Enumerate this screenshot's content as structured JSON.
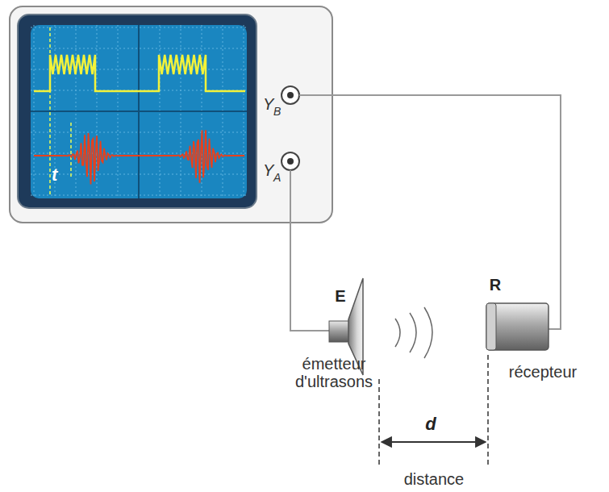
{
  "diagram": {
    "labels": [
      "t",
      "Y",
      "B",
      "Y",
      "A",
      "E",
      "émetteur d'ultrasons",
      "R",
      "récepteur",
      "d",
      "distance"
    ]
  }
}
